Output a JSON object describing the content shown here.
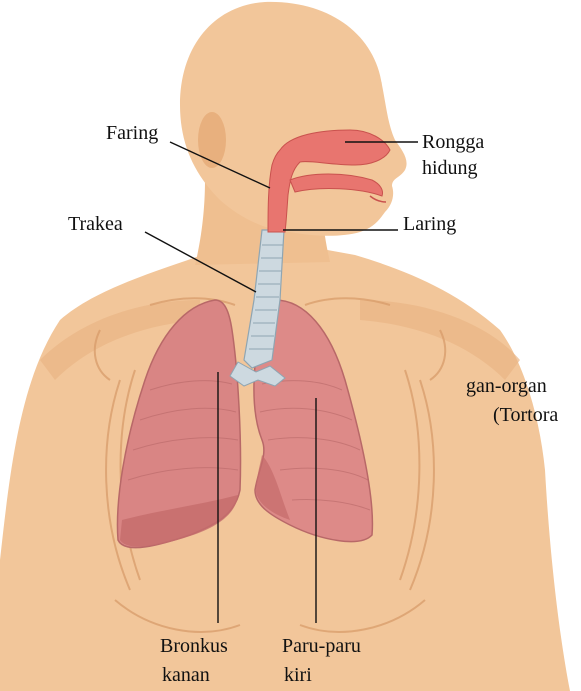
{
  "labels": {
    "faring": "Faring",
    "rongga_hidung_line1": "Rongga",
    "rongga_hidung_line2": "hidung",
    "trakea": "Trakea",
    "laring": "Laring",
    "bronkus_line1": "Bronkus",
    "bronkus_line2": "kanan",
    "paru_line1": "Paru-paru",
    "paru_line2": "kiri"
  },
  "cutoff_text": {
    "line1": "gan-organ",
    "line2": "(Tortora"
  },
  "colors": {
    "skin": "#f2c69a",
    "skin_shadow": "#e2a873",
    "airway": "#e8756f",
    "lung": "#d98584",
    "lung_dark": "#b85e5e",
    "trachea": "#c9d6dd",
    "leader_line": "#111111"
  }
}
